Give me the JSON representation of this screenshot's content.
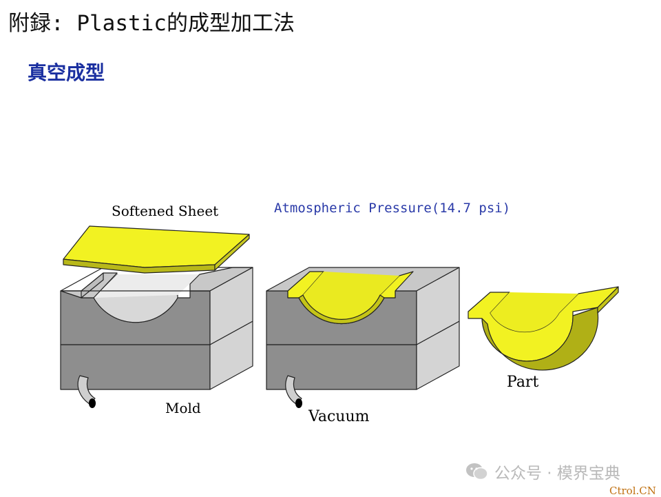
{
  "title": "附録: Plastic的成型加工法",
  "subtitle": "真空成型",
  "labels": {
    "softened_sheet": "Softened Sheet",
    "atmospheric_pressure": "Atmospheric Pressure(14.7 psi)",
    "mold": "Mold",
    "vacuum": "Vacuum",
    "part": "Part"
  },
  "watermark": "公众号 · 模界宝典",
  "site": "Ctrol.CN",
  "colors": {
    "sheet_yellow": "#f2f222",
    "mold_gray": "#8c8c8c",
    "mold_light": "#d6d6d6",
    "title_blue": "#1a2fa0"
  }
}
